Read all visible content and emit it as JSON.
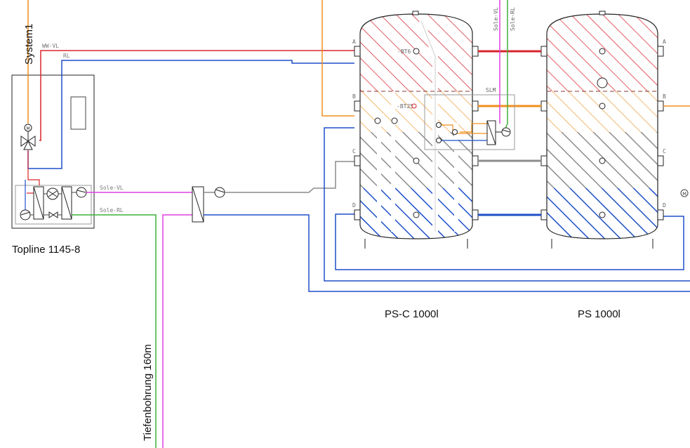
{
  "labels": {
    "system1": "System1",
    "ww_vl": "WW-VL",
    "rl": "RL",
    "topline": "Topline 1145-8",
    "sole_vl": "Sole-VL",
    "sole_rl": "Sole-RL",
    "tiefenbohrung": "Tiefenbohrung 160m",
    "tank1": "PS-C 1000l",
    "tank2": "PS 1000l",
    "sole_vl_v": "Sole-VL",
    "sole_rl_v": "Sole-RL",
    "slm": "SLM",
    "bt6": "-BT6",
    "bt25": "-BT25",
    "m": "M",
    "port_a": "A",
    "port_b": "B",
    "port_c": "C",
    "port_d": "D"
  },
  "colors": {
    "hot": "#d8262b",
    "warm": "#f0901e",
    "gray": "#8c8c8c",
    "cold": "#1e4fc8",
    "brine_vl": "#e040e0",
    "brine_rl": "#3fb03a",
    "line": "#222222"
  }
}
